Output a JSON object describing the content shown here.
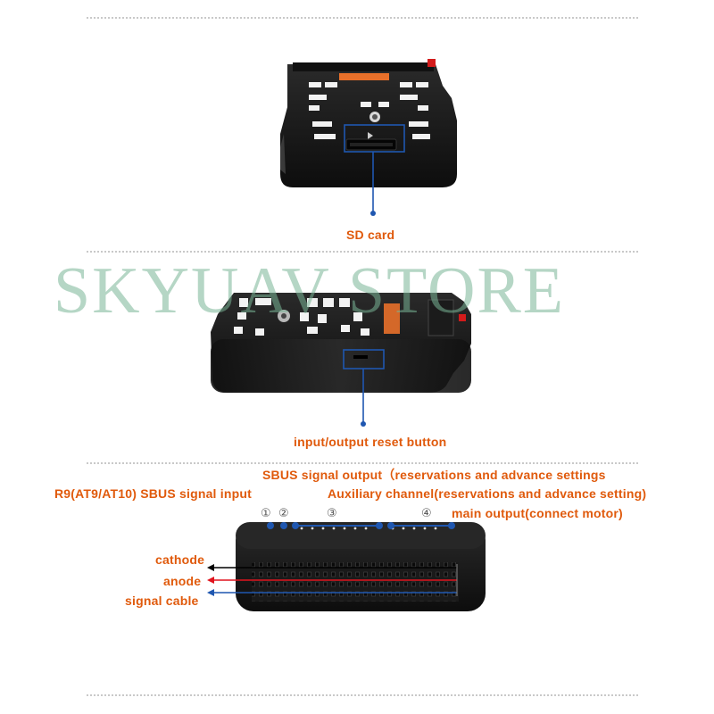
{
  "watermark": "SKYUAV  STORE",
  "labels": {
    "sd_card": "SD card",
    "reset_button": "input/output reset button",
    "sbus_output": "SBUS signal output（reservations and advance settings",
    "sbus_input": "R9(AT9/AT10) SBUS signal input",
    "aux_channel": "Auxiliary channel(reservations and advance setting)",
    "main_output": "main output(connect motor)",
    "cathode": "cathode",
    "anode": "anode",
    "signal_cable": "signal cable"
  },
  "markers": [
    "①",
    "②",
    "③",
    "④"
  ],
  "colors": {
    "accent_orange": "#e05a0c",
    "callout_blue": "#1f57b0",
    "cathode_wire": "#000000",
    "anode_wire": "#e0141e",
    "signal_wire": "#1f57b0"
  }
}
